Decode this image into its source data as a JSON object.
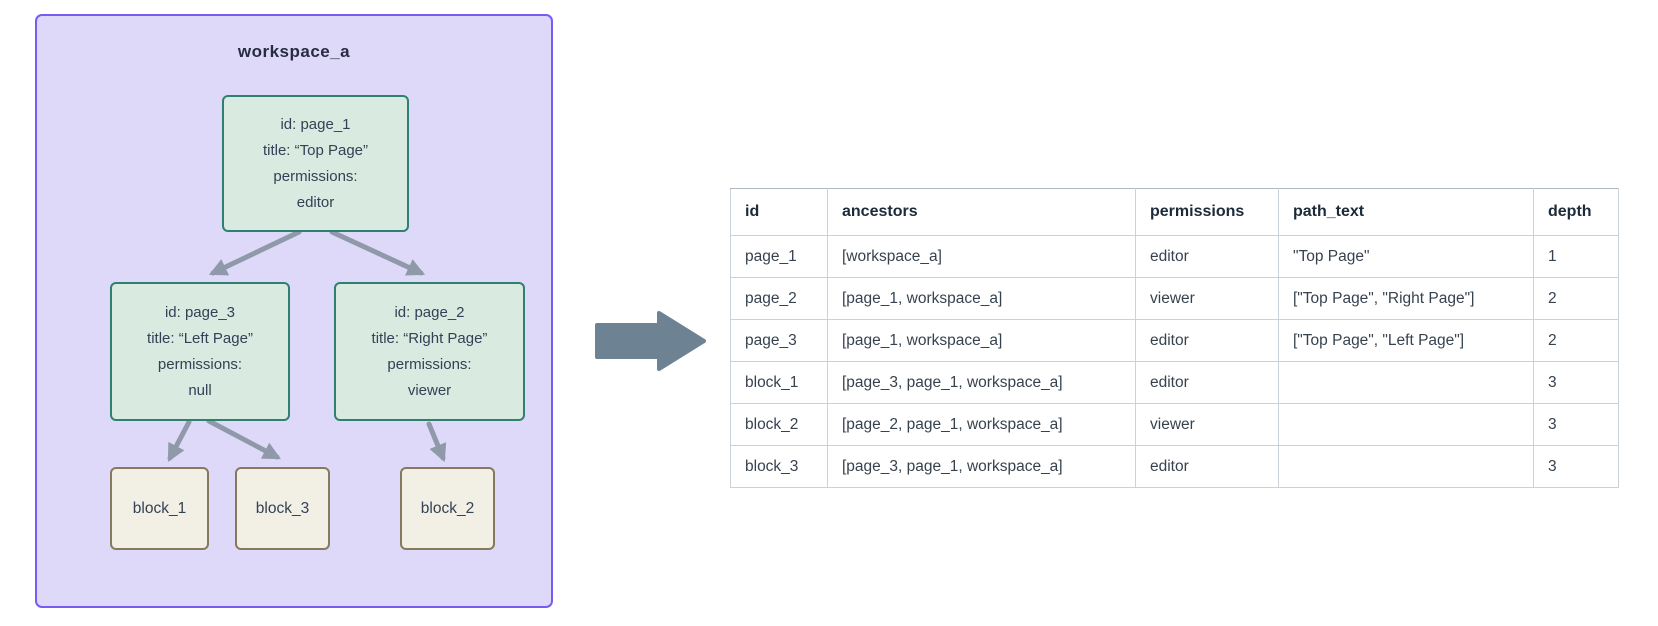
{
  "workspace": {
    "title": "workspace_a",
    "nodes": [
      {
        "name": "page_1",
        "lines": [
          "id: page_1",
          "title: “Top Page”",
          "permissions:",
          "editor"
        ]
      },
      {
        "name": "page_3",
        "lines": [
          "id: page_3",
          "title: “Left Page”",
          "permissions:",
          "null"
        ]
      },
      {
        "name": "page_2",
        "lines": [
          "id: page_2",
          "title: “Right Page”",
          "permissions:",
          "viewer"
        ]
      }
    ],
    "blocks": [
      {
        "label": "block_1"
      },
      {
        "label": "block_3"
      },
      {
        "label": "block_2"
      }
    ]
  },
  "flow_arrow": {
    "icon": "right-block-arrow"
  },
  "table": {
    "columns": [
      "id",
      "ancestors",
      "permissions",
      "path_text",
      "depth"
    ],
    "rows": [
      [
        "page_1",
        "[workspace_a]",
        "editor",
        "\"Top Page\"",
        "1"
      ],
      [
        "page_2",
        "[page_1, workspace_a]",
        "viewer",
        "[\"Top Page\", \"Right Page\"]",
        "2"
      ],
      [
        "page_3",
        "[page_1, workspace_a]",
        "editor",
        "[\"Top Page\", \"Left Page\"]",
        "2"
      ],
      [
        "block_1",
        "[page_3, page_1, workspace_a]",
        "editor",
        "",
        "3"
      ],
      [
        "block_2",
        "[page_2, page_1, workspace_a]",
        "viewer",
        "",
        "3"
      ],
      [
        "block_3",
        "[page_3, page_1, workspace_a]",
        "editor",
        "",
        "3"
      ]
    ]
  },
  "colors": {
    "workspace_fill": "#ded9f8",
    "workspace_border": "#7a5af5",
    "page_node_fill": "#d9eae1",
    "page_node_border": "#2f8070",
    "block_fill": "#f2efe5",
    "block_border": "#857a5d",
    "tree_edge": "#8f99a9",
    "flow_arrow": "#6d8293",
    "table_border": "#c9d1da",
    "header_text": "#1c2a3a",
    "body_text": "#37424f"
  }
}
